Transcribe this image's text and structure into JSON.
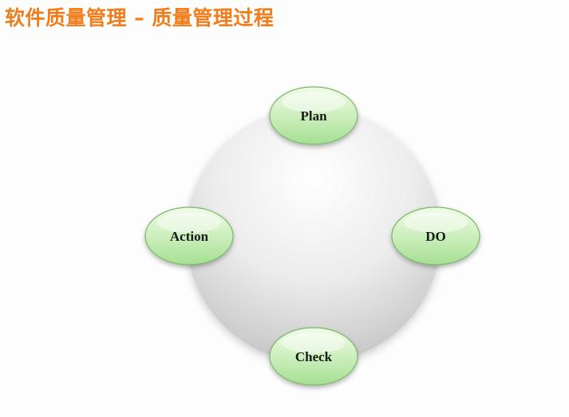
{
  "slide": {
    "title": "软件质量管理 – 质量管理过程"
  },
  "cycle": {
    "nodes": [
      {
        "id": "plan",
        "label": "Plan"
      },
      {
        "id": "do",
        "label": "DO"
      },
      {
        "id": "check",
        "label": "Check"
      },
      {
        "id": "action",
        "label": "Action"
      }
    ]
  },
  "colors": {
    "title": "#f07d1a",
    "node_fill_top": "#f1fbe8",
    "node_fill_bottom": "#a9e29a",
    "node_stroke": "#7ab86a",
    "disc_light": "#ffffff",
    "disc_dark": "#c9c9c9"
  }
}
